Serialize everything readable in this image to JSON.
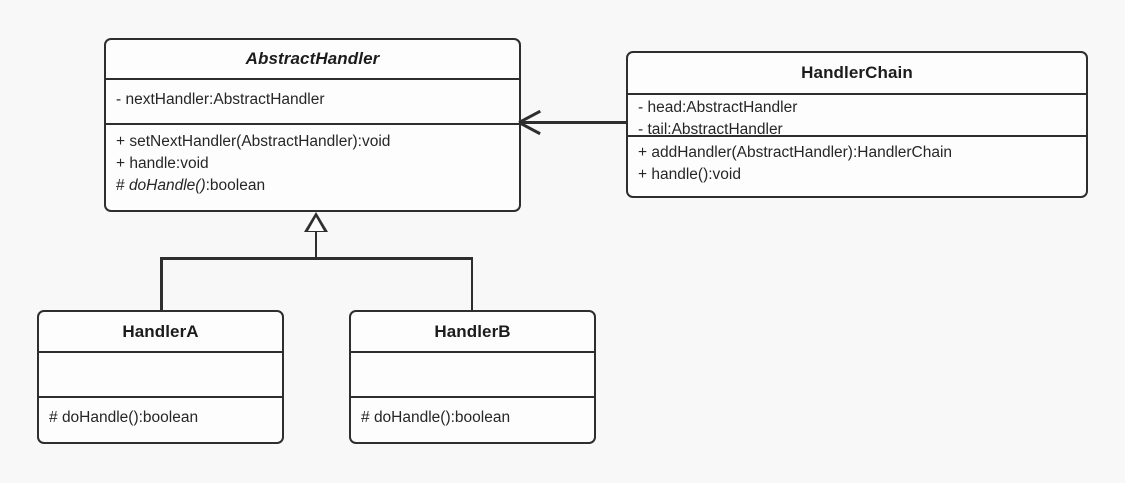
{
  "diagram": {
    "type": "uml-class-diagram",
    "title": "Chain of Responsibility pattern",
    "background_color": "#f8f8f8",
    "stroke_color": "#2e2e2e",
    "fill_color": "#fdfdfd"
  },
  "classes": {
    "abstract_handler": {
      "name": "AbstractHandler",
      "is_abstract": true,
      "attributes": [
        {
          "text": "- nextHandler:AbstractHandler",
          "italic": false
        }
      ],
      "methods": [
        {
          "prefix": "+ ",
          "name": "setNextHandler(AbstractHandler)",
          "suffix": ":void",
          "italic": false
        },
        {
          "prefix": "+ ",
          "name": "handle",
          "suffix": ":void",
          "italic": false
        },
        {
          "prefix": "# ",
          "name": "doHandle()",
          "suffix": ":boolean",
          "italic": true
        }
      ]
    },
    "handler_chain": {
      "name": "HandlerChain",
      "is_abstract": false,
      "attributes": [
        {
          "text": "- head:AbstractHandler",
          "italic": false
        },
        {
          "text": "- tail:AbstractHandler",
          "italic": false
        }
      ],
      "methods": [
        {
          "prefix": "+ ",
          "name": "addHandler(AbstractHandler)",
          "suffix": ":HandlerChain",
          "italic": false
        },
        {
          "prefix": "+ ",
          "name": "handle()",
          "suffix": ":void",
          "italic": false
        }
      ]
    },
    "handler_a": {
      "name": "HandlerA",
      "is_abstract": false,
      "attributes": [],
      "methods": [
        {
          "prefix": "# ",
          "name": "doHandle()",
          "suffix": ":boolean",
          "italic": false
        }
      ]
    },
    "handler_b": {
      "name": "HandlerB",
      "is_abstract": false,
      "attributes": [],
      "methods": [
        {
          "prefix": "# ",
          "name": "doHandle()",
          "suffix": ":boolean",
          "italic": false
        }
      ]
    }
  },
  "relations": [
    {
      "id": "handler-chain-to-abstract-handler",
      "kind": "association",
      "arrowhead": "open",
      "from": "HandlerChain",
      "to": "AbstractHandler"
    },
    {
      "id": "handler-a-generalization",
      "kind": "generalization",
      "arrowhead": "hollow-triangle",
      "from": "HandlerA",
      "to": "AbstractHandler"
    },
    {
      "id": "handler-b-generalization",
      "kind": "generalization",
      "arrowhead": "hollow-triangle",
      "from": "HandlerB",
      "to": "AbstractHandler"
    }
  ]
}
